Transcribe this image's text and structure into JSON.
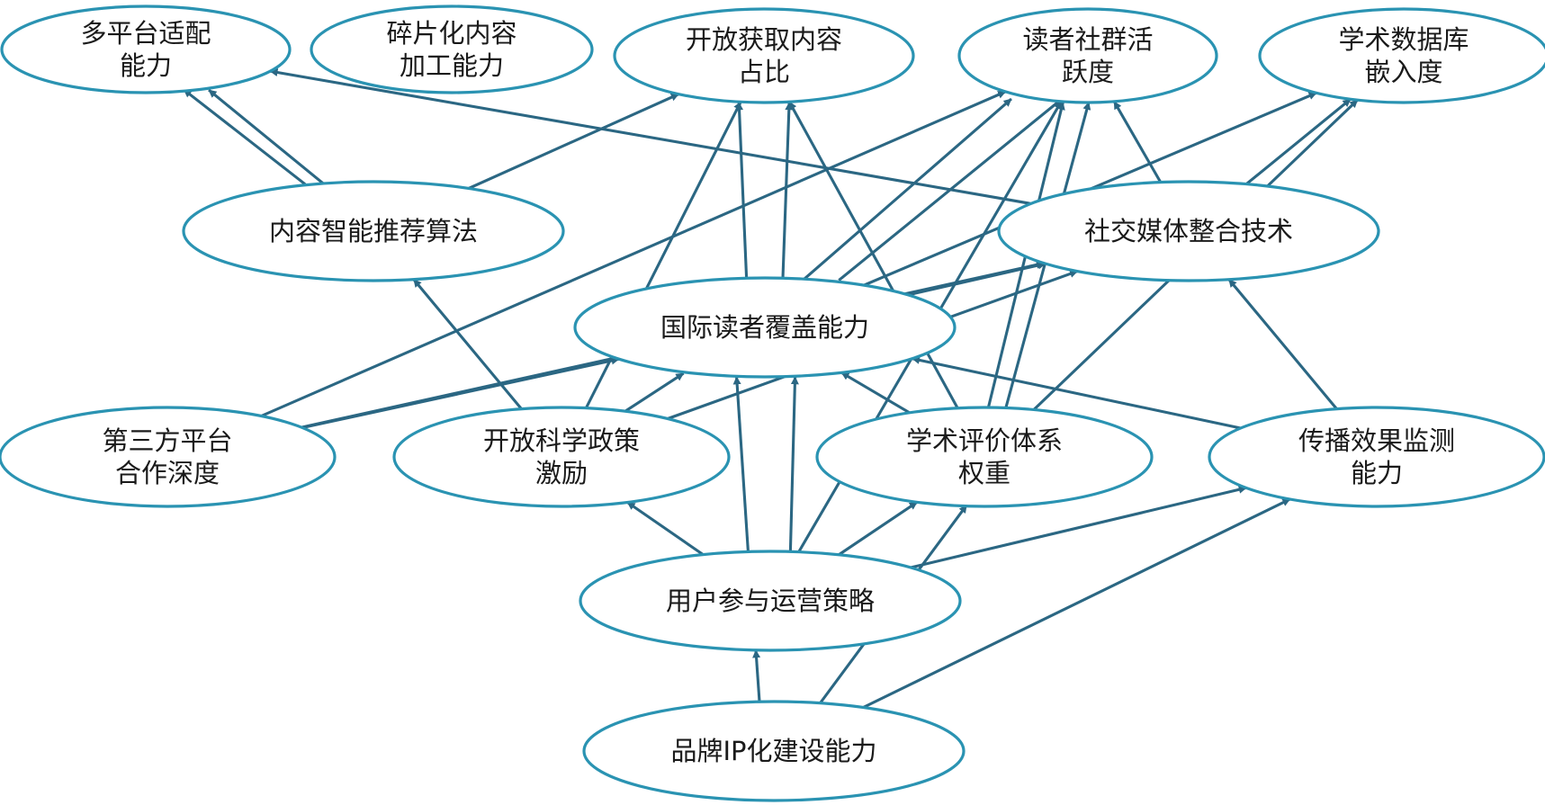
{
  "colors": {
    "node_stroke": "#2a93b2",
    "edge": "#2b6783",
    "text": "#1a1a1a",
    "background": "#ffffff"
  },
  "nodes": [
    {
      "id": "multi_platform",
      "lines": [
        "多平台适配",
        "能力"
      ]
    },
    {
      "id": "fragment",
      "lines": [
        "碎片化内容",
        "加工能力"
      ]
    },
    {
      "id": "open_access",
      "lines": [
        "开放获取内容",
        "占比"
      ]
    },
    {
      "id": "community",
      "lines": [
        "读者社群活",
        "跃度"
      ]
    },
    {
      "id": "database",
      "lines": [
        "学术数据库",
        "嵌入度"
      ]
    },
    {
      "id": "recommend",
      "lines": [
        "内容智能推荐算法"
      ]
    },
    {
      "id": "social",
      "lines": [
        "社交媒体整合技术"
      ]
    },
    {
      "id": "international",
      "lines": [
        "国际读者覆盖能力"
      ]
    },
    {
      "id": "third_party",
      "lines": [
        "第三方平台",
        "合作深度"
      ]
    },
    {
      "id": "open_science",
      "lines": [
        "开放科学政策",
        "激励"
      ]
    },
    {
      "id": "evaluation",
      "lines": [
        "学术评价体系",
        "权重"
      ]
    },
    {
      "id": "monitoring",
      "lines": [
        "传播效果监测",
        "能力"
      ]
    },
    {
      "id": "user_ops",
      "lines": [
        "用户参与运营策略"
      ]
    },
    {
      "id": "brand_ip",
      "lines": [
        "品牌IP化建设能力"
      ]
    }
  ],
  "edges": [
    {
      "from": "recommend",
      "to": "multi_platform"
    },
    {
      "from": "recommend",
      "to": "multi_platform"
    },
    {
      "from": "recommend",
      "to": "open_access"
    },
    {
      "from": "social",
      "to": "multi_platform"
    },
    {
      "from": "social",
      "to": "community"
    },
    {
      "from": "social",
      "to": "database"
    },
    {
      "from": "third_party",
      "to": "community"
    },
    {
      "from": "third_party",
      "to": "international"
    },
    {
      "from": "third_party",
      "to": "social"
    },
    {
      "from": "open_science",
      "to": "open_access"
    },
    {
      "from": "open_science",
      "to": "international"
    },
    {
      "from": "open_science",
      "to": "social"
    },
    {
      "from": "open_science",
      "to": "recommend"
    },
    {
      "from": "international",
      "to": "open_access"
    },
    {
      "from": "international",
      "to": "community"
    },
    {
      "from": "international",
      "to": "database"
    },
    {
      "from": "international",
      "to": "community"
    },
    {
      "from": "international",
      "to": "open_access"
    },
    {
      "from": "international",
      "to": "social"
    },
    {
      "from": "evaluation",
      "to": "international"
    },
    {
      "from": "evaluation",
      "to": "community"
    },
    {
      "from": "evaluation",
      "to": "community"
    },
    {
      "from": "evaluation",
      "to": "database"
    },
    {
      "from": "evaluation",
      "to": "open_access"
    },
    {
      "from": "monitoring",
      "to": "international"
    },
    {
      "from": "monitoring",
      "to": "social"
    },
    {
      "from": "user_ops",
      "to": "international"
    },
    {
      "from": "user_ops",
      "to": "international"
    },
    {
      "from": "user_ops",
      "to": "community"
    },
    {
      "from": "user_ops",
      "to": "evaluation"
    },
    {
      "from": "user_ops",
      "to": "monitoring"
    },
    {
      "from": "user_ops",
      "to": "open_science"
    },
    {
      "from": "brand_ip",
      "to": "user_ops"
    },
    {
      "from": "brand_ip",
      "to": "monitoring"
    },
    {
      "from": "brand_ip",
      "to": "evaluation"
    }
  ]
}
